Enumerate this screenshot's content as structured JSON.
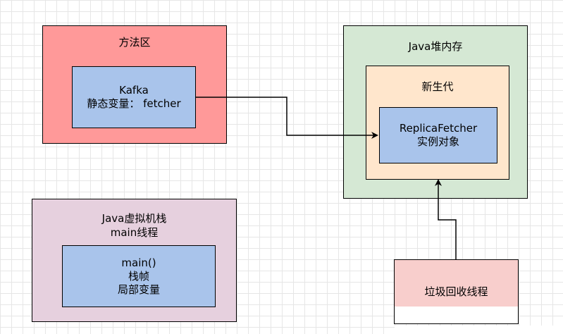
{
  "method_area": {
    "title": "方法区"
  },
  "kafka": {
    "line1": "Kafka",
    "line2": "静态变量： fetcher"
  },
  "heap": {
    "title": "Java堆内存"
  },
  "young_gen": {
    "title": "新生代"
  },
  "replica": {
    "line1": "ReplicaFetcher",
    "line2": "实例对象"
  },
  "jvm_stack": {
    "line1": "Java虚拟机栈",
    "line2": "main线程"
  },
  "main_frame": {
    "line1": "main()",
    "line2": "栈帧",
    "line3": "局部变量"
  },
  "gc_thread": {
    "title": "垃圾回收线程"
  },
  "colors": {
    "method_area": "#ff9999",
    "class_box": "#a9c4eb",
    "heap": "#d5e8d4",
    "young_gen": "#ffe6cc",
    "jvm_stack": "#e6d0de",
    "gc_thread": "#f8cecc"
  }
}
